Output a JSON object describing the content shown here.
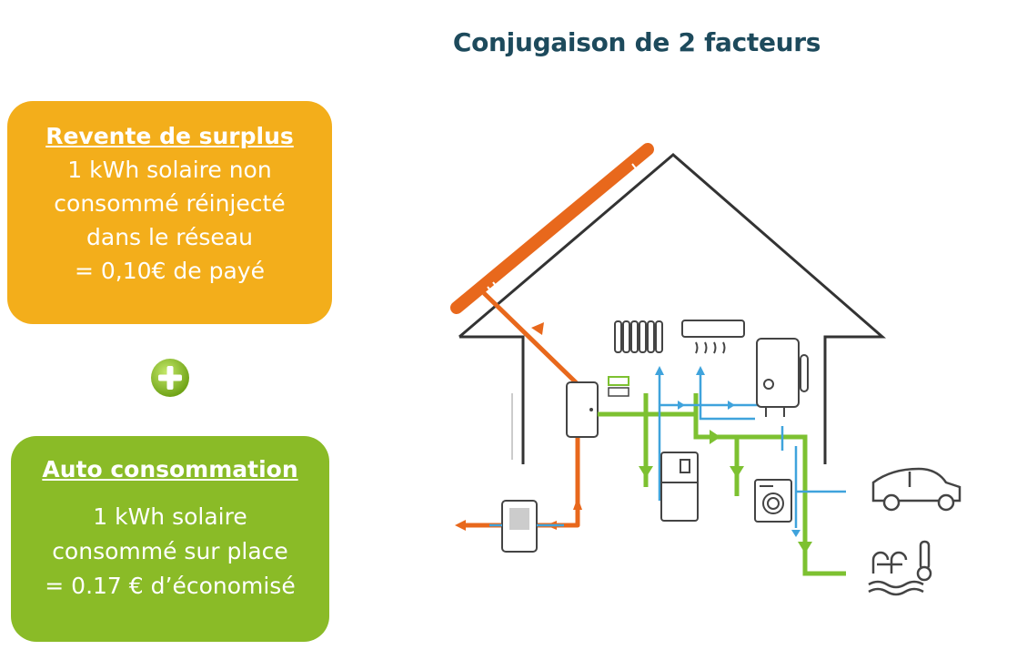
{
  "title": "Conjugaison de 2 facteurs",
  "revente": {
    "heading": "Revente de surplus",
    "lines": [
      "1 kWh solaire non",
      "consommé réinjecté",
      "dans le réseau",
      "= 0,10€ de payé"
    ]
  },
  "auto": {
    "heading": "Auto consommation",
    "lines": [
      "1 kWh solaire",
      "consommé sur place",
      "= 0.17 € d’économisé"
    ]
  },
  "colors": {
    "title": "#1d4a5c",
    "orange_card": "#f3ae1b",
    "green_card": "#8abb27",
    "solar_flow": "#e8681c",
    "green_flow": "#7dc131",
    "blue_flow": "#3fa3dc",
    "house_outline": "#333333"
  },
  "icons": {
    "plus": "plus-circle-icon",
    "appliances": [
      "solar-panel-icon",
      "inverter-icon",
      "meter-icon",
      "radiator-icon",
      "air-conditioner-icon",
      "water-heater-icon",
      "fridge-icon",
      "washing-machine-icon",
      "electric-car-icon",
      "pool-heater-icon",
      "thermostat-icon"
    ]
  }
}
